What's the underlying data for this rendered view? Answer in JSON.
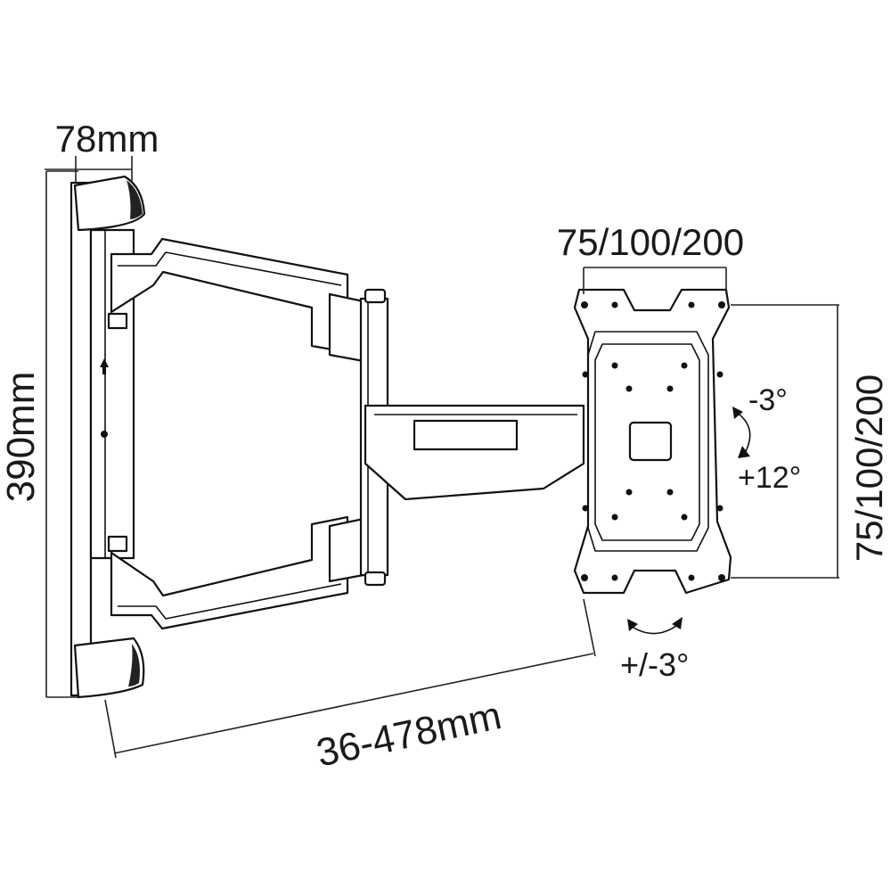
{
  "dimensions": {
    "depth": "78mm",
    "height": "390mm",
    "extension": "36-478mm",
    "vesa_horizontal": "75/100/200",
    "vesa_vertical": "75/100/200"
  },
  "tilt": {
    "up": "-3°",
    "down": "+12°"
  },
  "swivel": "+/-3°"
}
